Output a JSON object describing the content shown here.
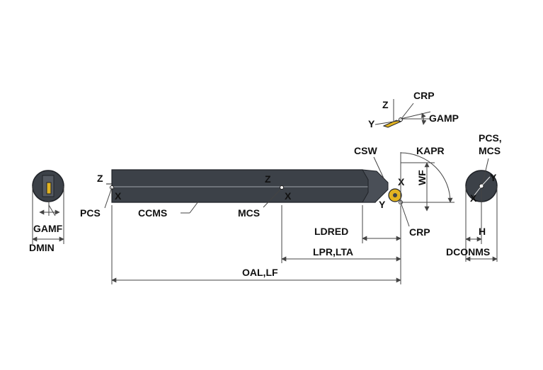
{
  "colors": {
    "body": "#3c4148",
    "body_edge": "#1f2227",
    "insert": "#e2b321",
    "dim_line": "#444444",
    "text": "#111111"
  },
  "labels": {
    "gamf": "GAMF",
    "dmin": "DMIN",
    "pcs": "PCS",
    "ccms": "CCMS",
    "mcs": "MCS",
    "oal_lf": "OAL,LF",
    "lpr_lta": "LPR,LTA",
    "ldred": "LDRED",
    "crp_bottom": "CRP",
    "crp_top": "CRP",
    "gamp": "GAMP",
    "csw": "CSW",
    "kapr": "KAPR",
    "wf": "WF",
    "pcs_mcs_1": "PCS,",
    "pcs_mcs_2": "MCS",
    "h": "H",
    "dconms": "DCONMS"
  },
  "axes": {
    "z": "Z",
    "x": "X",
    "y": "Y"
  }
}
